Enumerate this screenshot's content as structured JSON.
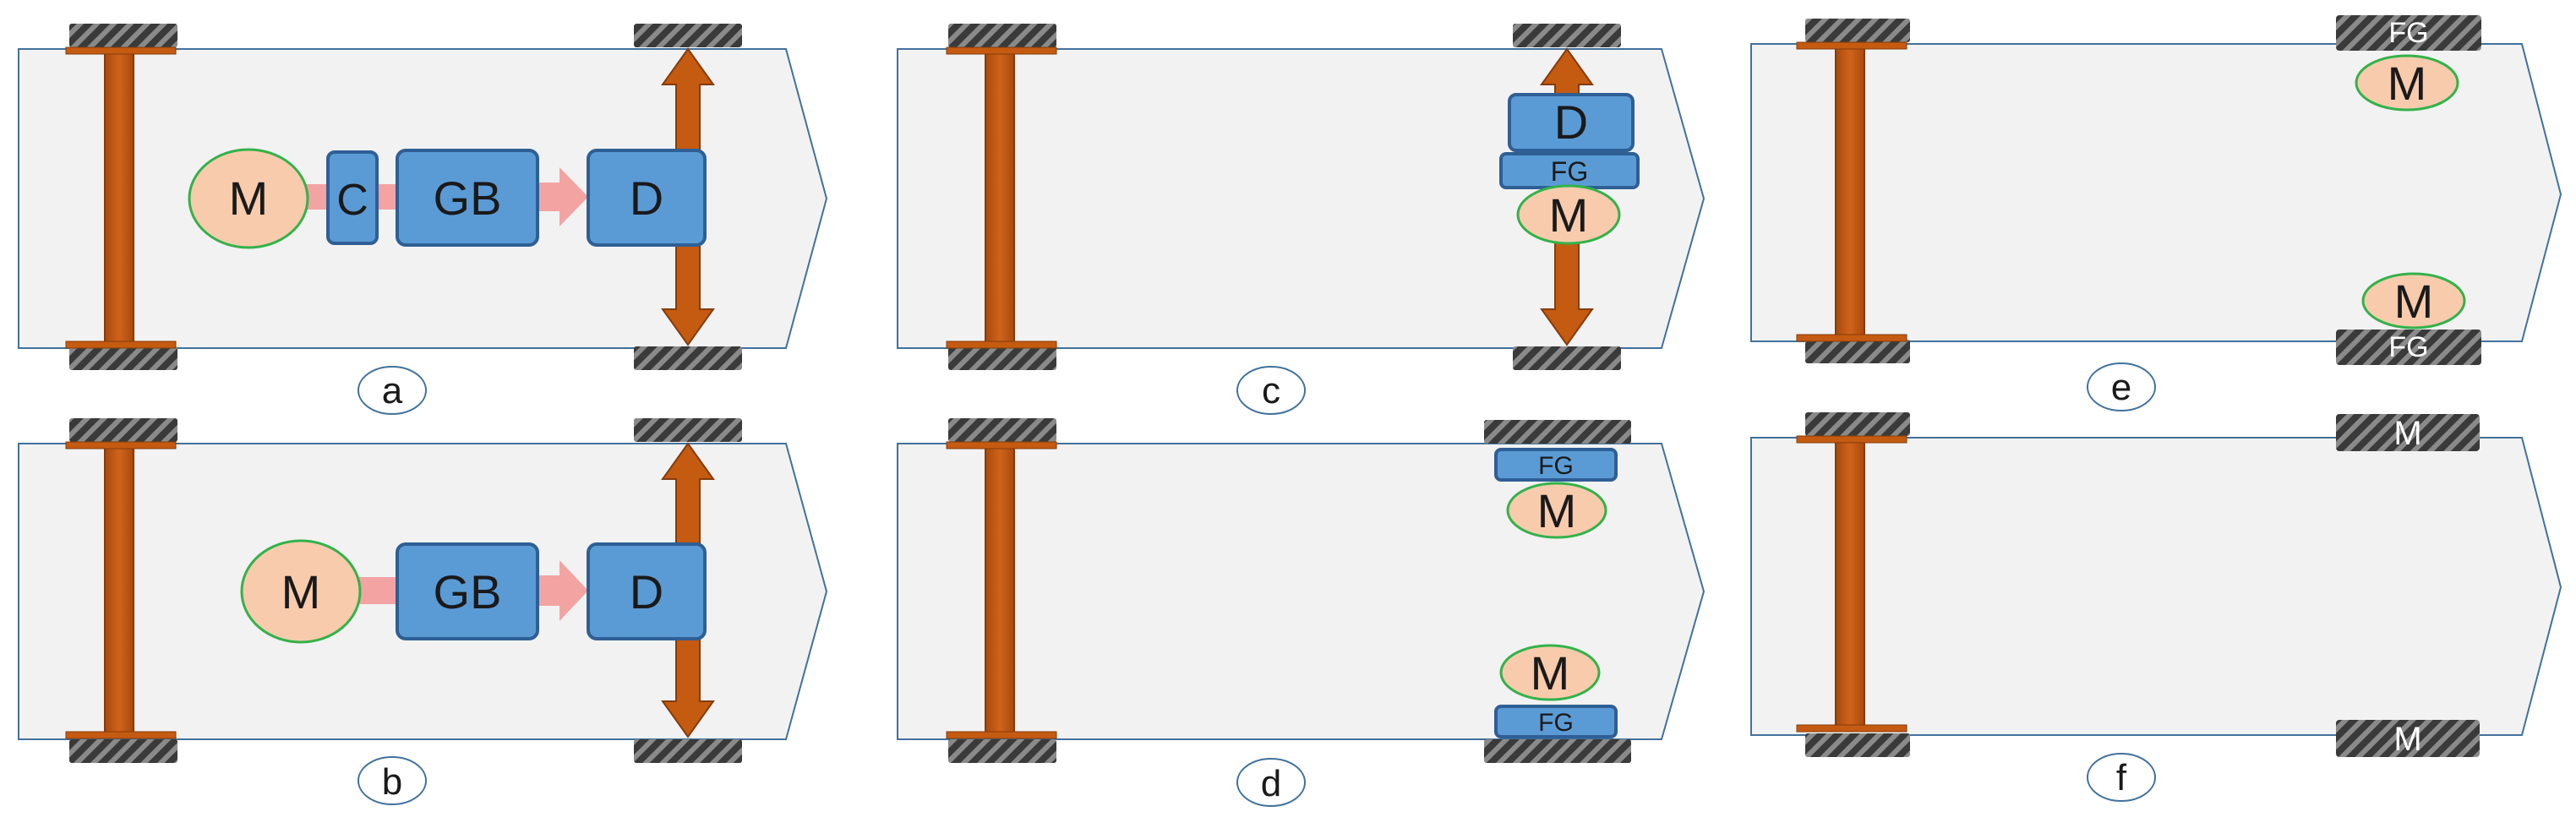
{
  "colors": {
    "chassis_fill": "#f2f2f2",
    "chassis_stroke": "#41719c",
    "axle": "#c55a11",
    "axle_dark": "#843c0c",
    "wheel": "#404040",
    "motor_fill": "#f8cbad",
    "motor_stroke": "#33b24a",
    "block_fill": "#5b9bd5",
    "block_stroke": "#2e5f95",
    "shaft": "#f4a3a3",
    "label_stroke": "#41719c"
  },
  "panels": [
    {
      "id": "a",
      "caption": "a",
      "motor": "M",
      "clutch": "C",
      "gearbox": "GB",
      "differential": "D"
    },
    {
      "id": "b",
      "caption": "b",
      "motor": "M",
      "gearbox": "GB",
      "differential": "D"
    },
    {
      "id": "c",
      "caption": "c",
      "differential": "D",
      "final_gear": "FG",
      "motor": "M"
    },
    {
      "id": "d",
      "caption": "d",
      "top_gear": "FG",
      "top_motor": "M",
      "bottom_motor": "M",
      "bottom_gear": "FG"
    },
    {
      "id": "e",
      "caption": "e",
      "top_wheel": "FG",
      "top_motor": "M",
      "bottom_motor": "M",
      "bottom_wheel": "FG"
    },
    {
      "id": "f",
      "caption": "f",
      "top_wheel_motor": "M",
      "bottom_wheel_motor": "M"
    }
  ]
}
